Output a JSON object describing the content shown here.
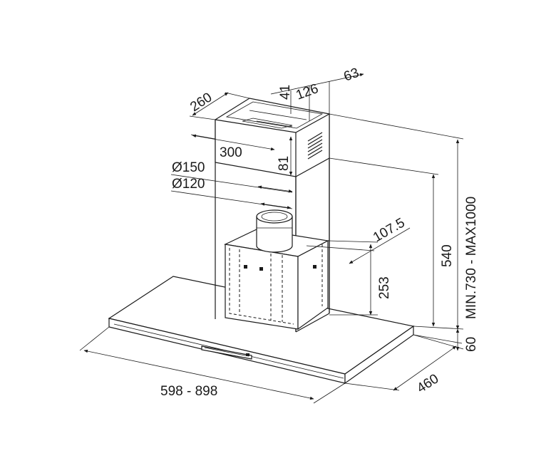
{
  "dimensions": {
    "depth_top": "260",
    "width_top": "300",
    "d41": "41",
    "d126": "126",
    "d63": "63",
    "d81": "81",
    "outlet_outer": "Ø150",
    "outlet_inner": "Ø120",
    "offset_outlet": "107.5",
    "height_motor": "253",
    "height_chimney": "540",
    "total_height": "MIN.730 - MAX1000",
    "canopy_thickness": "60",
    "canopy_depth": "460",
    "canopy_width": "598 - 898"
  },
  "colors": {
    "line": "#1a1a1a",
    "background": "#ffffff"
  }
}
